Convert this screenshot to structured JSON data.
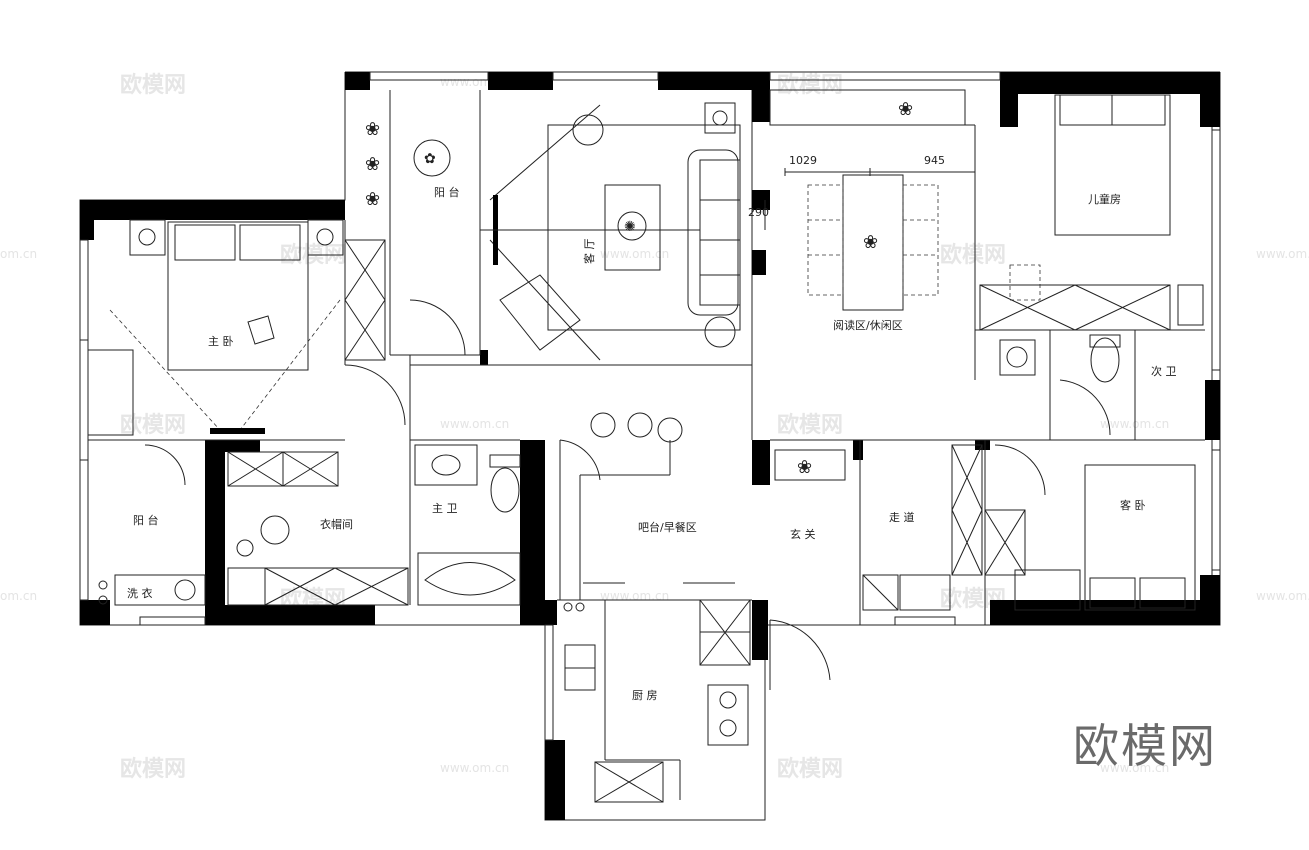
{
  "plan": {
    "rooms": {
      "balcony_top": "阳 台",
      "living_room": "客 厅",
      "children_room": "儿童房",
      "master_bedroom": "主 卧",
      "reading_area": "阅读区/休闲区",
      "second_bath": "次 卫",
      "balcony_left": "阳 台",
      "walk_in_closet": "衣帽间",
      "master_bath": "主 卫",
      "bar_breakfast": "吧台/早餐区",
      "entrance": "玄 关",
      "corridor": "走 道",
      "guest_bedroom": "客 卧",
      "kitchen": "厨 房",
      "laundry": "洗 衣"
    },
    "dimensions": [
      "1029",
      "945",
      "290"
    ]
  },
  "watermark": {
    "text": "欧模网",
    "url": "www.om.cn",
    "url_short": "om.cn"
  },
  "logo": {
    "text": "欧模网"
  }
}
